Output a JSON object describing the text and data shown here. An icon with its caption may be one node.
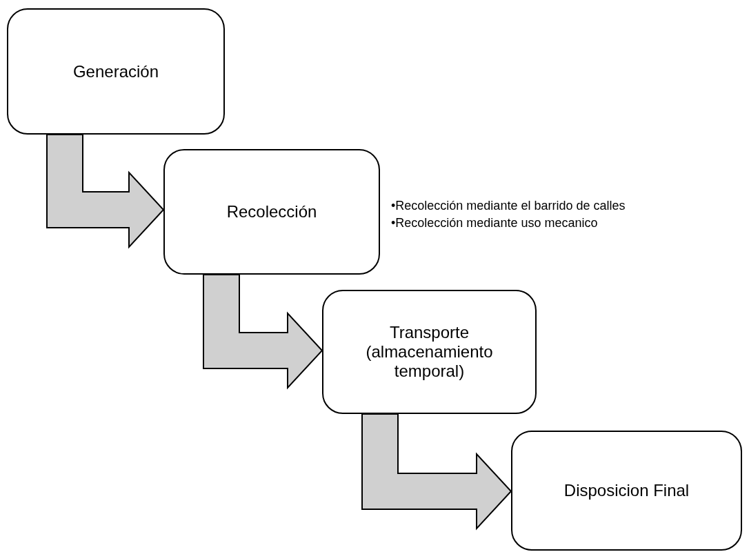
{
  "diagram": {
    "nodes": [
      {
        "text": [
          "Generación"
        ]
      },
      {
        "text": [
          "Recolección"
        ],
        "beside": [
          "•Recolección mediante el barrido de calles",
          "•Recolección mediante uso mecanico"
        ]
      },
      {
        "text": [
          "Transporte (almacenamiento temporal)"
        ]
      },
      {
        "text": [
          "Disposicion Final"
        ]
      }
    ],
    "edges": [
      {
        "from": 0,
        "to": 1,
        "arrow": "to",
        "style": "thick"
      },
      {
        "from": 1,
        "to": 2,
        "arrow": "to",
        "style": "thick"
      },
      {
        "from": 2,
        "to": 3,
        "arrow": "to",
        "style": "thick"
      }
    ]
  }
}
